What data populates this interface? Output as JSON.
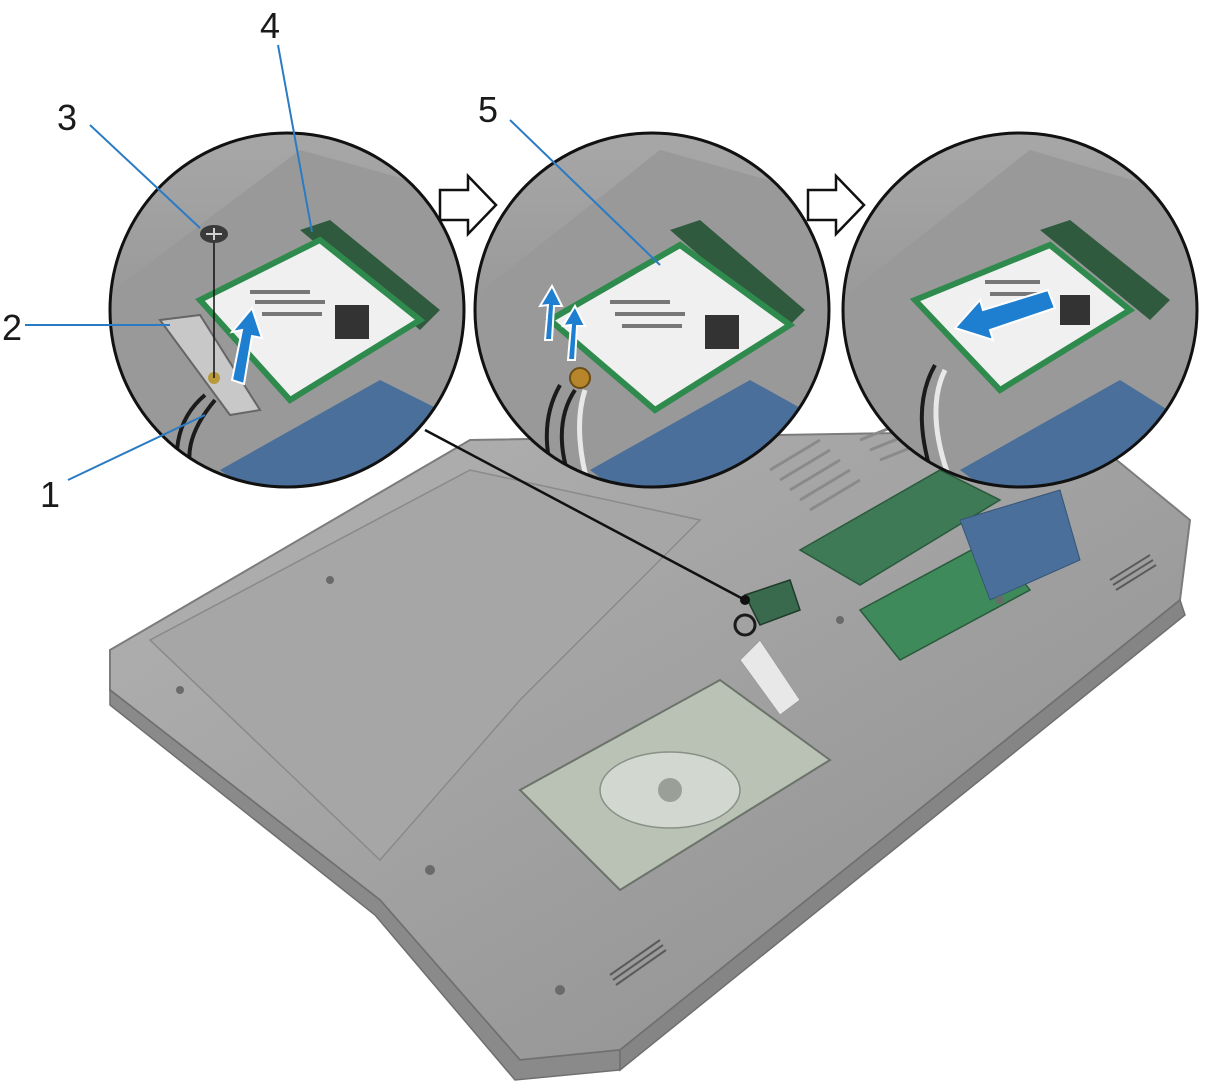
{
  "callouts": [
    {
      "number": "1"
    },
    {
      "number": "2"
    },
    {
      "number": "3"
    },
    {
      "number": "4"
    },
    {
      "number": "5"
    }
  ],
  "colors": {
    "leader_line": "#2b7bc4",
    "arrow_blue": "#1e7fd0",
    "card_green": "#2f8a4e",
    "chassis_gray": "#9a9a9a",
    "circle_border": "#111111"
  }
}
